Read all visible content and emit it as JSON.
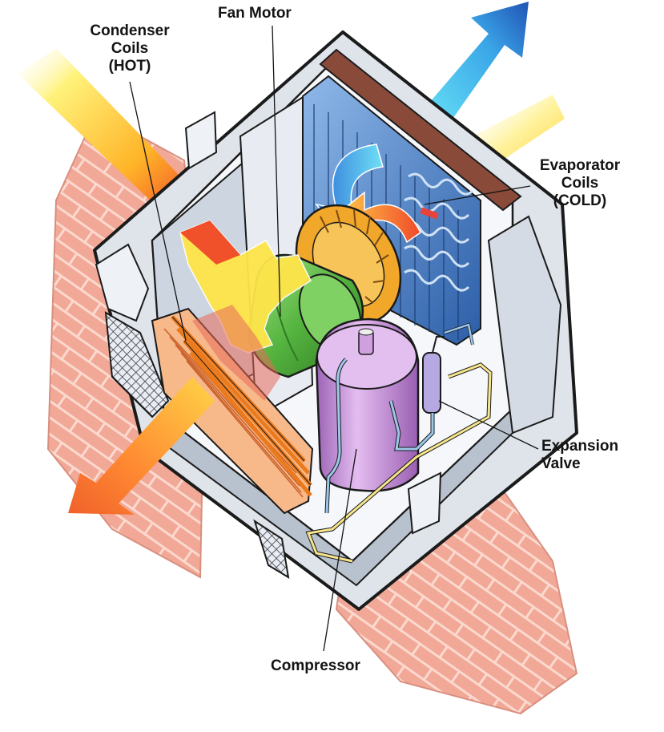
{
  "labels": {
    "fan_motor": "Fan Motor",
    "condenser": {
      "line1": "Condenser",
      "line2": "Coils",
      "line3": "(HOT)"
    },
    "evaporator": {
      "line1": "Evaporator",
      "line2": "Coils",
      "line3": "(COLD)"
    },
    "expansion": {
      "line1": "Expansion",
      "line2": "Valve"
    },
    "compressor": "Compressor"
  },
  "colors": {
    "hot_arrow": "#f0602a",
    "warm_arrow": "#fbe83a",
    "cold_arrow": "#2f7fd8",
    "cold_arrow_light": "#48d0f2",
    "brick": "#f2a896",
    "brick_mortar": "#fbd9cf",
    "housing": "#bfc7d4",
    "housing_light": "#e3e8ef",
    "fan_motor": "#5fc04b",
    "blower": "#f0a72a",
    "compressor": "#c58fd6",
    "evaporator": "#3f78c2",
    "condenser_fins": "#f4a06e",
    "condenser_tubes": "#ef7d1e",
    "outline": "#1b1b1b"
  }
}
